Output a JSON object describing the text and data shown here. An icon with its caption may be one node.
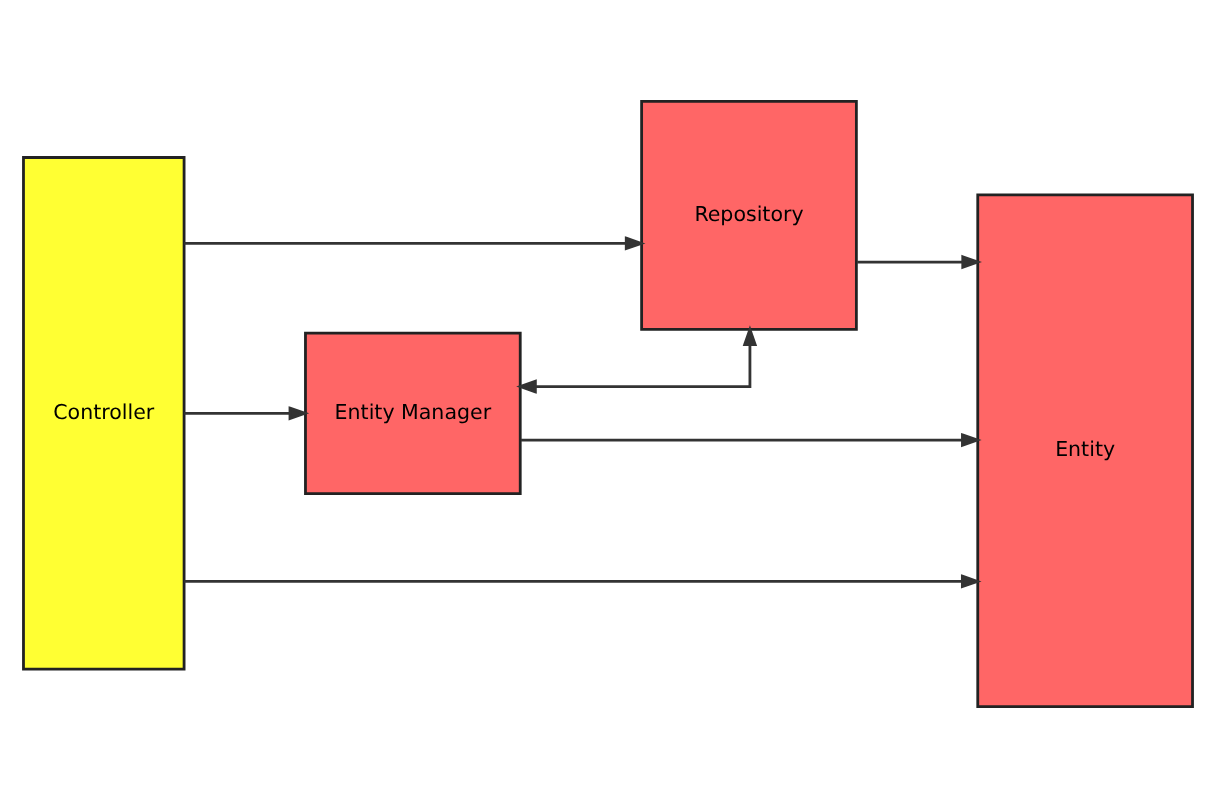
{
  "diagram": {
    "nodes": [
      {
        "text": [
          "Controller"
        ]
      },
      {
        "text": [
          "Entity Manager"
        ]
      },
      {
        "text": [
          "Repository"
        ]
      },
      {
        "text": [
          "Entity"
        ]
      }
    ],
    "edges": [
      {
        "from": 0,
        "to": 1,
        "arrow": "to"
      },
      {
        "from": 0,
        "to": 2,
        "arrow": "to"
      },
      {
        "from": 1,
        "to": 2,
        "arrow": "both"
      },
      {
        "from": 1,
        "to": 3,
        "arrow": "to"
      },
      {
        "from": 2,
        "to": 3,
        "arrow": "to"
      },
      {
        "from": 0,
        "to": 3,
        "arrow": "to"
      }
    ]
  }
}
